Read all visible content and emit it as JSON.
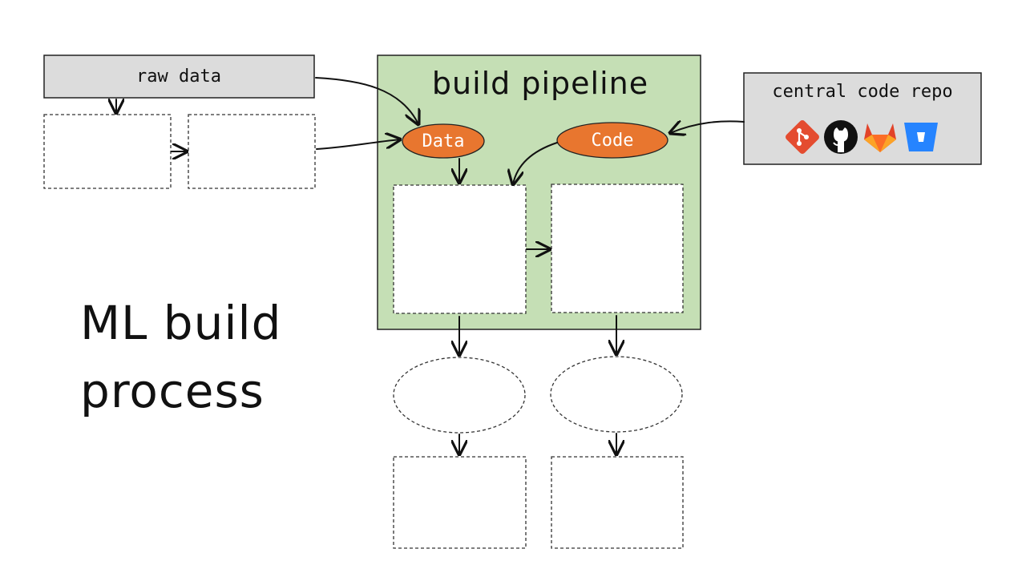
{
  "diagram": {
    "title_line1": "ML build",
    "title_line2": "process",
    "raw_data_label": "raw data",
    "pipeline": {
      "title": "build pipeline",
      "data_label": "Data",
      "code_label": "Code"
    },
    "repo": {
      "title": "central code repo",
      "icons": [
        "git-icon",
        "github-icon",
        "gitlab-icon",
        "bitbucket-icon"
      ]
    },
    "colors": {
      "pipeline_fill": "#c5dfb5",
      "pill_fill": "#e8762f",
      "gray_box": "#dcdcdc",
      "git": "#e44c30",
      "github": "#111111",
      "gitlab": "#e24329",
      "bitbucket": "#2684ff"
    }
  }
}
